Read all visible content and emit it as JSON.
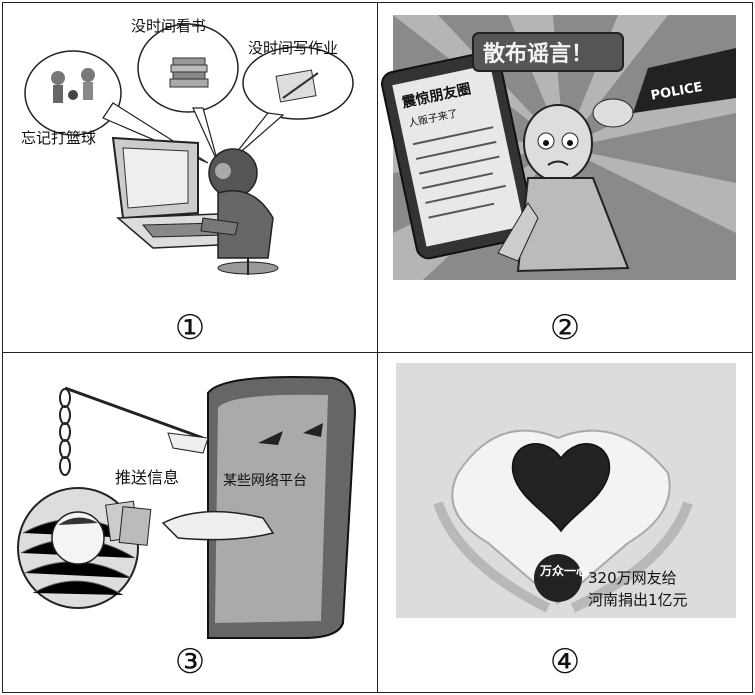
{
  "panels": [
    {
      "number": "①",
      "captions": {
        "left": "忘记打篮球",
        "middle": "没时间看书",
        "right": "没时间写作业"
      }
    },
    {
      "number": "②",
      "captions": {
        "banner": "散布谣言！",
        "paper_title": "震惊朋友圈",
        "paper_sub": "人贩子来了",
        "sleeve": "POLICE"
      }
    },
    {
      "number": "③",
      "captions": {
        "left": "推送信息",
        "right": "某些网络平台"
      }
    },
    {
      "number": "④",
      "captions": {
        "badge": "万众一心",
        "line1": "320万网友给",
        "line2": "河南捐出1亿元"
      }
    }
  ]
}
